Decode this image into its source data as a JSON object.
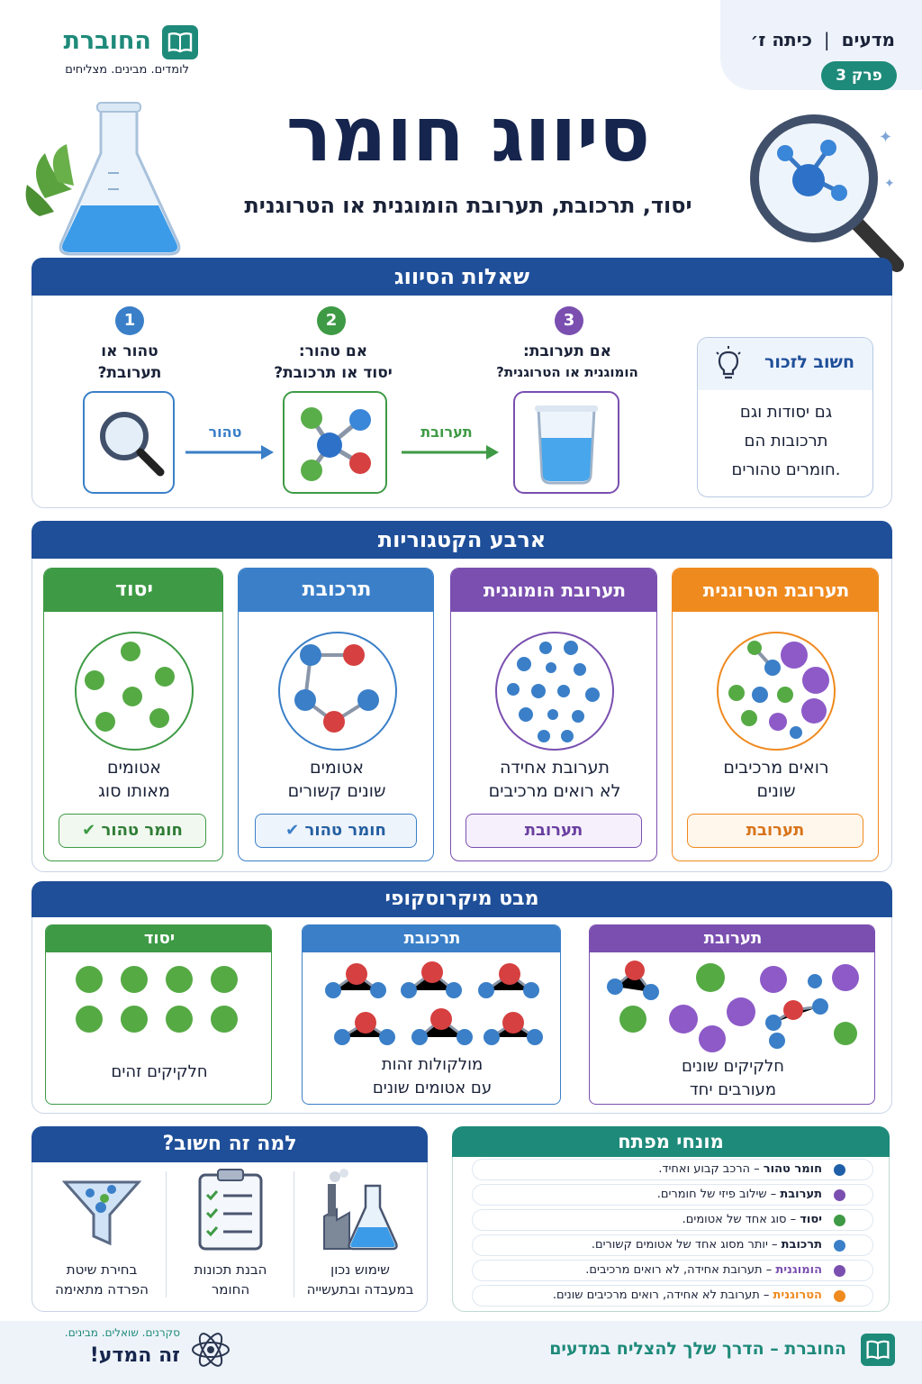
{
  "brand": {
    "name": "החוברת",
    "tagline": "לומדים. מבינים. מצליחים",
    "book_icon": "book-icon"
  },
  "meta": {
    "subject": "מדעים",
    "grade": "כיתה ז׳",
    "chapter": "פרק 3"
  },
  "title": "סיווג חומר",
  "subtitle": "יסוד, תרכובת, תערובת הומוגנית או הטרוגנית",
  "colors": {
    "navy": "#1f4f99",
    "green": "#3e9a45",
    "blue": "#3a7fc8",
    "purple": "#7a4fb0",
    "orange": "#ef8a1f",
    "teal": "#1e8a7a"
  },
  "questions": {
    "header": "שאלות הסיווג",
    "steps": [
      {
        "num": "1",
        "text1": "טהור או",
        "text2": "תערובת?",
        "icon": "magnifier-icon"
      },
      {
        "num": "2",
        "text1": "אם טהור:",
        "text2": "יסוד או תרכובת?",
        "icon": "molecule-icon"
      },
      {
        "num": "3",
        "text1": "אם תערובת:",
        "text2": "הומוגנית או הטרוגנית?",
        "icon": "beaker-icon"
      }
    ],
    "arrow1": "טהור",
    "arrow2": "תערובת",
    "note_title": "חשוב לזכור",
    "note_lines": [
      "גם יסודות וגם",
      "תרכובות הם",
      ".חומרים טהורים"
    ]
  },
  "categories": {
    "header": "ארבע הקטגוריות",
    "items": [
      {
        "name": "יסוד",
        "line1": "אטומים",
        "line2": "מאותו סוג",
        "tag": "חומר טהור",
        "check": true
      },
      {
        "name": "תרכובת",
        "line1": "אטומים",
        "line2": "שונים קשורים",
        "tag": "חומר טהור",
        "check": true
      },
      {
        "name": "תערובת הומוגנית",
        "line1": "תערובת אחידה",
        "line2": "לא רואים מרכיבים",
        "tag": "תערובת",
        "check": false
      },
      {
        "name": "תערובת הטרוגנית",
        "line1": "רואים מרכיבים",
        "line2": "שונים",
        "tag": "תערובת",
        "check": false
      }
    ]
  },
  "micro": {
    "header": "מבט מיקרוסקופי",
    "panels": [
      {
        "name": "יסוד",
        "line1": "חלקיקים זהים",
        "line2": ""
      },
      {
        "name": "תרכובת",
        "line1": "מולקולות זהות",
        "line2": "עם אטומים שונים"
      },
      {
        "name": "תערובת",
        "line1": "חלקיקים שונים",
        "line2": "מעורבים יחד"
      }
    ]
  },
  "why": {
    "header": "למה זה חשוב?",
    "items": [
      {
        "icon": "factory-flask-icon",
        "line1": "שימוש נכון",
        "line2": "במעבדה ובתעשייה"
      },
      {
        "icon": "clipboard-icon",
        "line1": "הבנת תכונות",
        "line2": "החומר"
      },
      {
        "icon": "funnel-icon",
        "line1": "בחירת שיטת",
        "line2": "הפרדה מתאימה"
      }
    ]
  },
  "terms": {
    "header": "מונחי מפתח",
    "items": [
      {
        "term": "חומר טהור",
        "def": "הרכב קבוע ואחיד.",
        "color": "#1f5fa8"
      },
      {
        "term": "תערובת",
        "def": "שילוב פיזי של חומרים.",
        "color": "#7a4fb0"
      },
      {
        "term": "יסוד",
        "def": "סוג אחד של אטומים.",
        "color": "#3e9a45"
      },
      {
        "term": "תרכובת",
        "def": "יותר מסוג אחד של אטומים קשורים.",
        "color": "#3a7fc8"
      },
      {
        "term": "הומוגנית",
        "def": "תערובת אחידה, לא רואים מרכיבים.",
        "color": "#7a4fb0"
      },
      {
        "term": "הטרוגנית",
        "def": "תערובת לא אחידה, רואים מרכיבים שונים.",
        "color": "#ef8a1f"
      }
    ]
  },
  "footer": {
    "right": "החוברת – הדרך שלך להצליח במדעים",
    "small": "סקרנים. שואלים. מבינים.",
    "big": "זה המדע!"
  }
}
